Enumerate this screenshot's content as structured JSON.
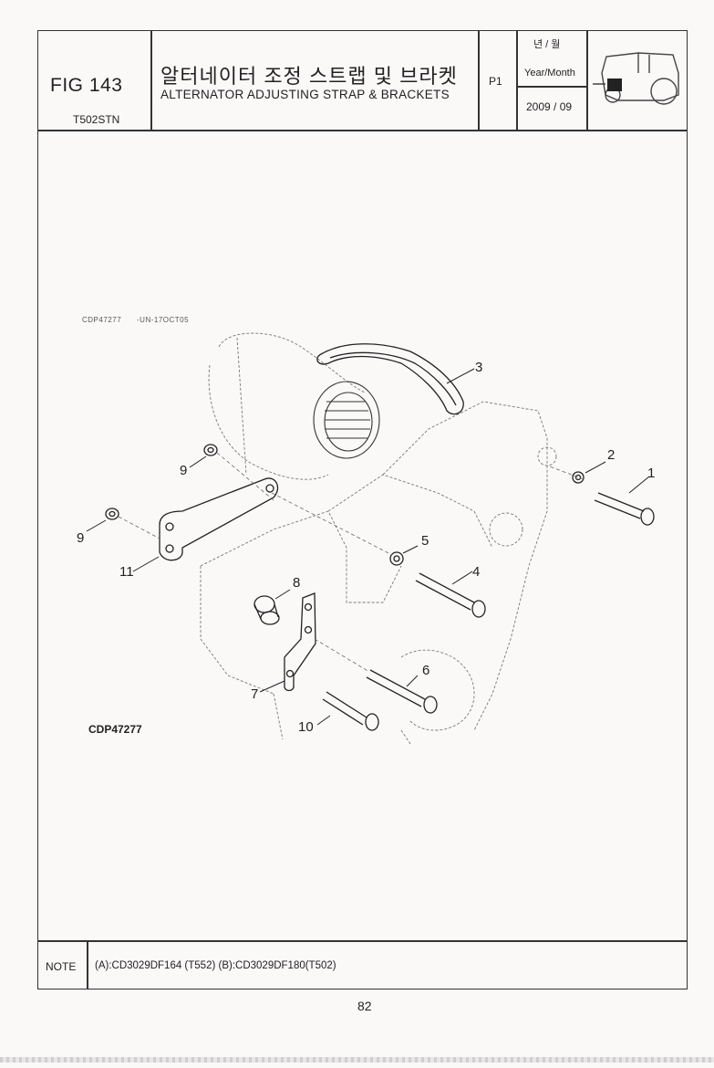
{
  "header": {
    "fig_label": "FIG 143",
    "model": "T502STN",
    "title_ko": "알터네이터 조정 스트랩 및 브라켓",
    "title_en": "ALTERNATOR ADJUSTING STRAP & BRACKETS",
    "page_code": "P1",
    "year_month_ko": "년 / 월",
    "year_month_en": "Year/Month",
    "year_month_value": "2009 / 09"
  },
  "drawing": {
    "code_top": "CDP47277",
    "date_top": "-UN-17OCT05",
    "code": "CDP47277",
    "callouts": [
      "1",
      "2",
      "3",
      "4",
      "5",
      "6",
      "7",
      "8",
      "9",
      "9",
      "10",
      "11"
    ]
  },
  "note": {
    "label": "NOTE",
    "text": "(A):CD3029DF164 (T552)  (B):CD3029DF180(T502)"
  },
  "footer": {
    "page_number": "82"
  }
}
